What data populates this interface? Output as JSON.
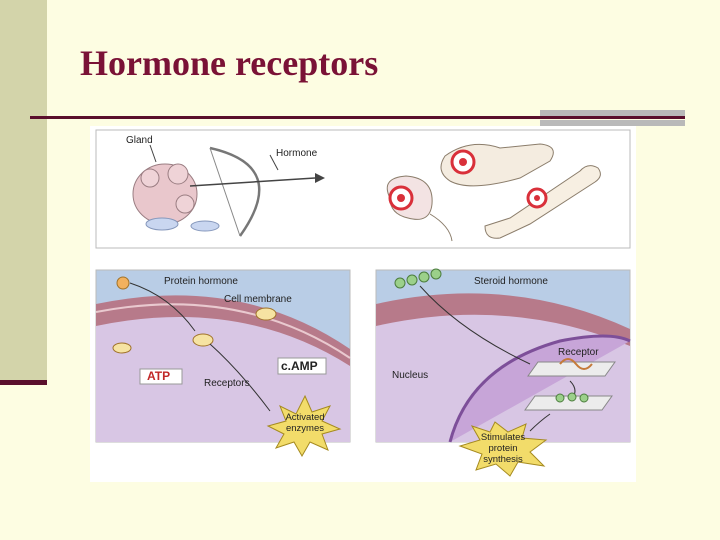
{
  "slide": {
    "title": "Hormone receptors",
    "colors": {
      "background": "#fdfde2",
      "title": "#7a1236",
      "rule": "#5a0f2c",
      "band": "#d3d4aa"
    }
  },
  "figure": {
    "top_panel": {
      "gland_label": "Gland",
      "hormone_label": "Hormone"
    },
    "protein_panel": {
      "protein_hormone_label": "Protein hormone",
      "cell_membrane_label": "Cell membrane",
      "camp_label": "c.AMP",
      "atp_label": "ATP",
      "receptors_label": "Receptors",
      "activated_enzymes_label": "Activated enzymes"
    },
    "steroid_panel": {
      "steroid_hormone_label": "Steroid hormone",
      "receptor_label": "Receptor",
      "nucleus_label": "Nucleus",
      "stimulates_label": "Stimulates protein synthesis"
    }
  }
}
